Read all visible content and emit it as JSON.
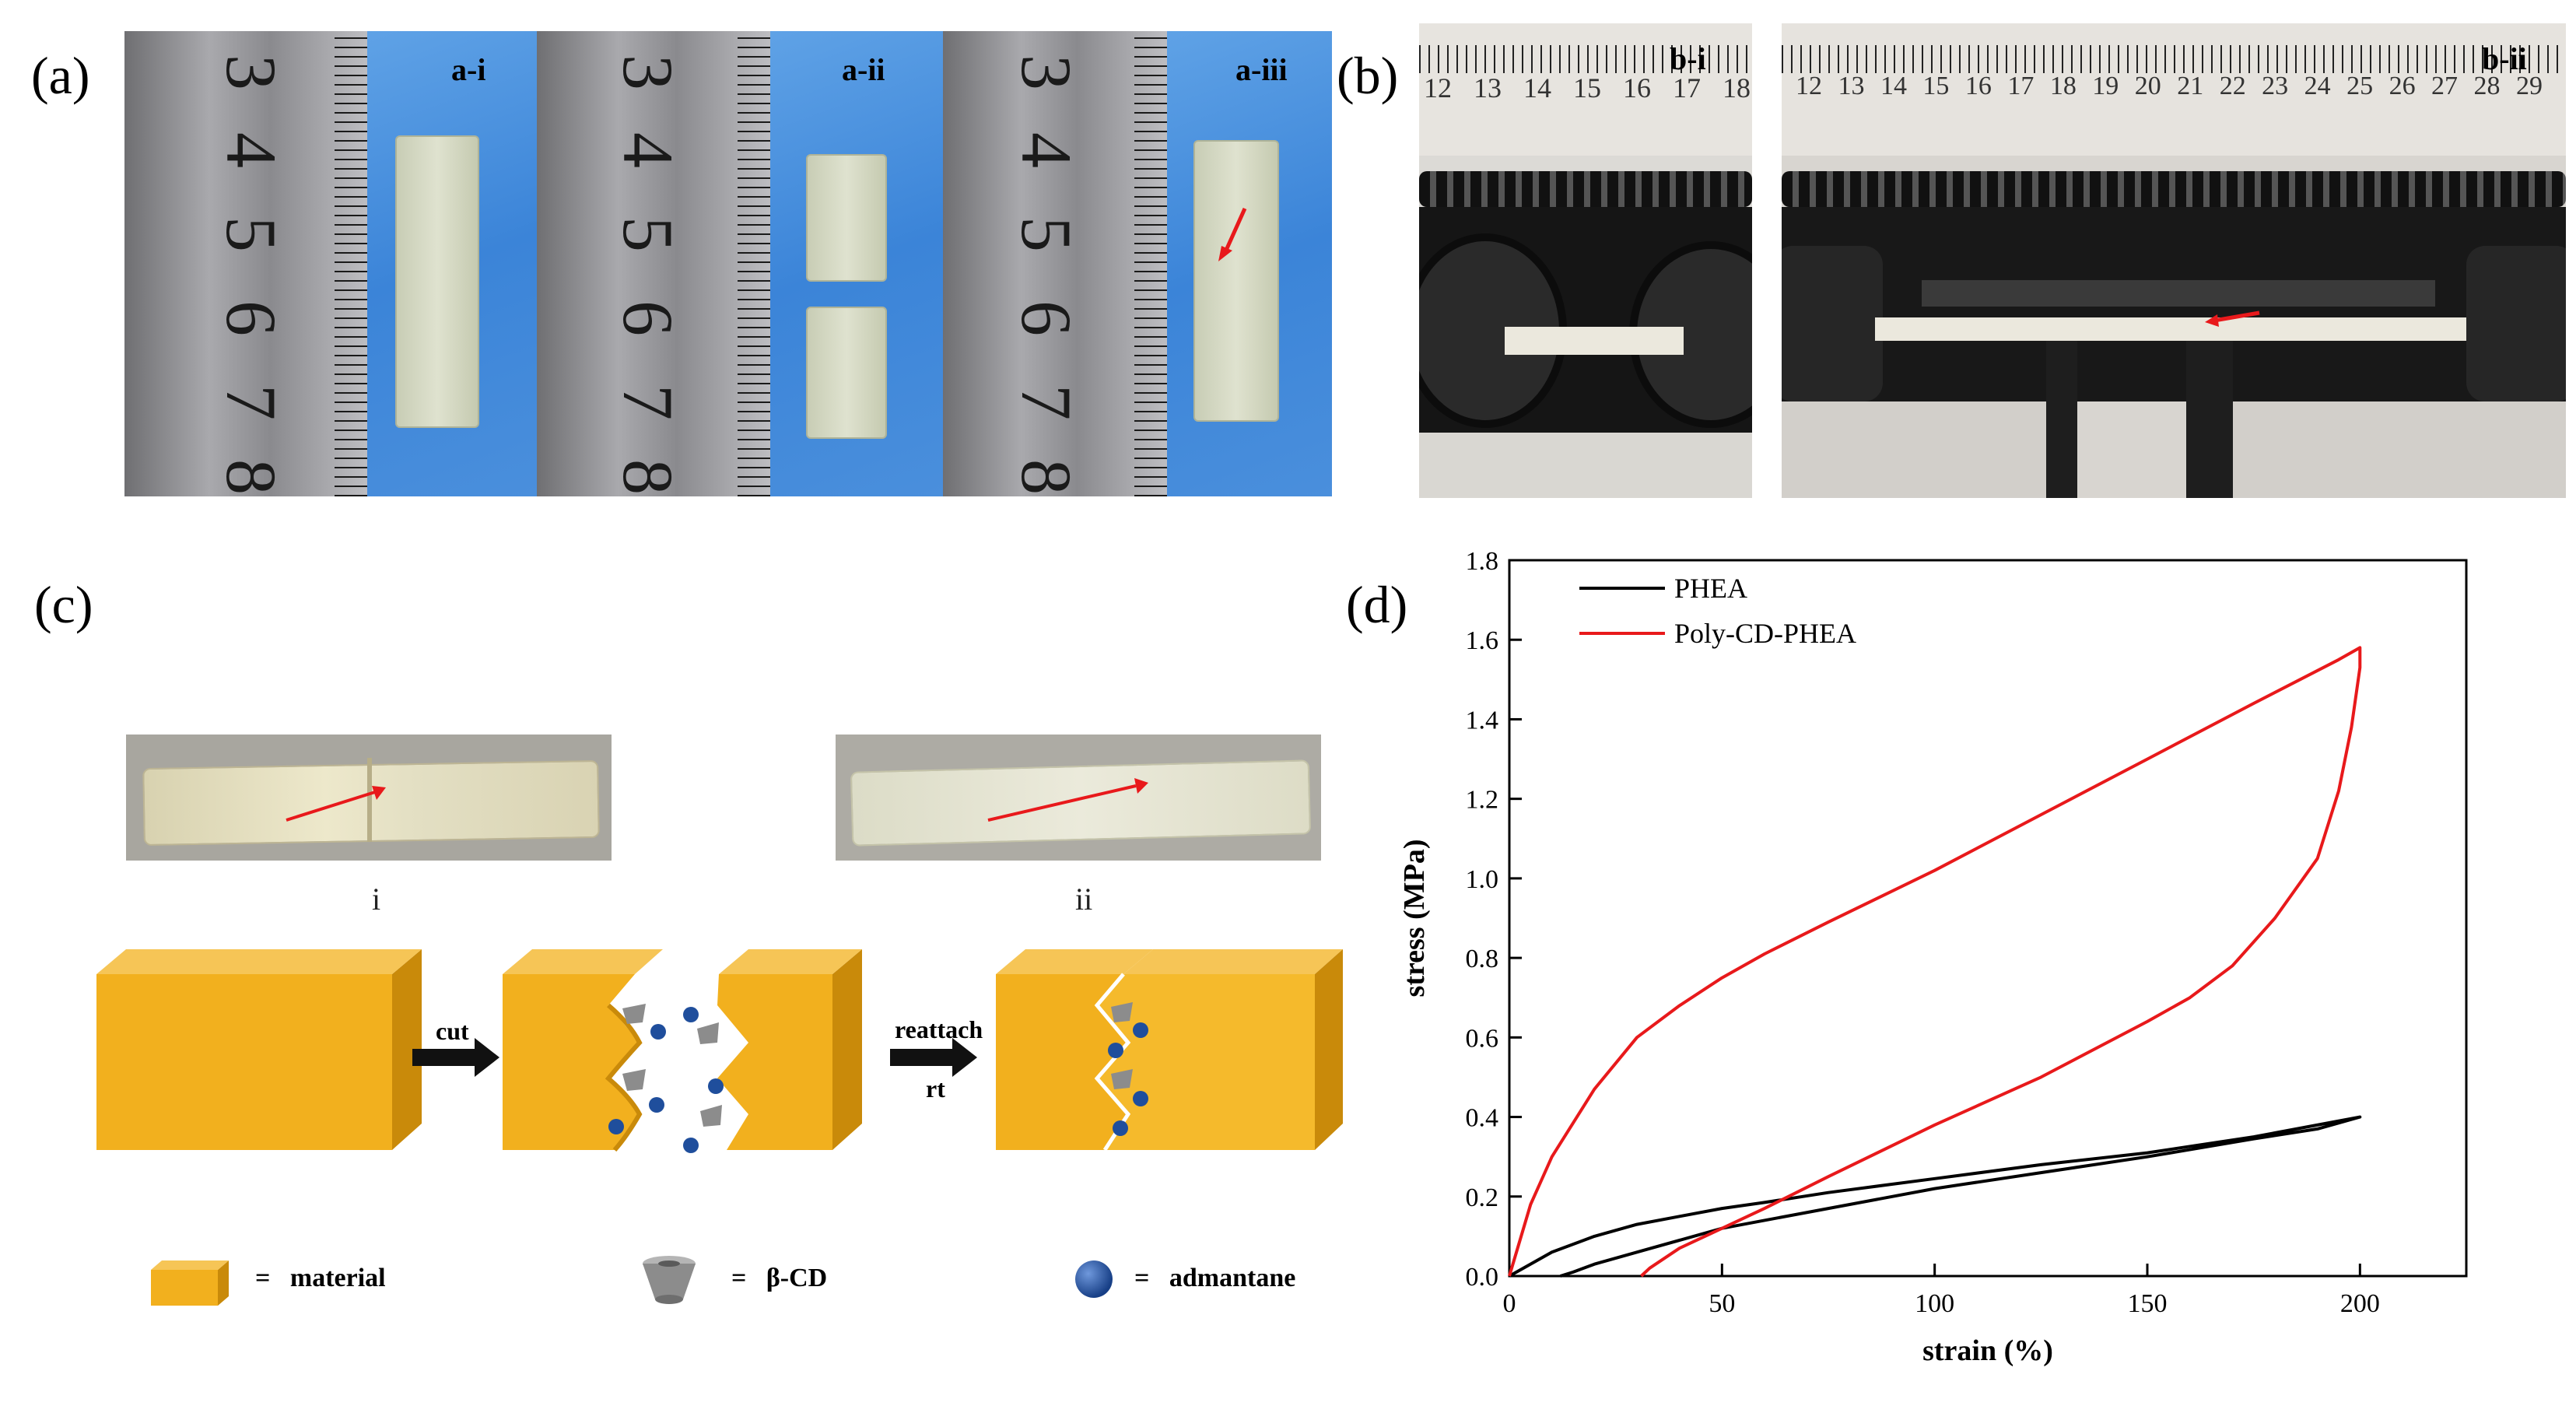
{
  "panels": {
    "a": {
      "label": "(a)",
      "subpanels": [
        {
          "label": "a-i",
          "digits": [
            "3",
            "4",
            "5",
            "6",
            "7",
            "8"
          ]
        },
        {
          "label": "a-ii",
          "digits": [
            "3",
            "4",
            "5",
            "6",
            "7",
            "8"
          ]
        },
        {
          "label": "a-iii",
          "digits": [
            "3",
            "4",
            "5",
            "6",
            "7",
            "8"
          ]
        }
      ]
    },
    "b": {
      "label": "(b)",
      "subpanels": [
        {
          "label": "b-i",
          "ruler_numbers": [
            "12",
            "13",
            "14",
            "15",
            "16",
            "17",
            "18"
          ]
        },
        {
          "label": "b-ii",
          "ruler_numbers": [
            "12",
            "13",
            "14",
            "15",
            "16",
            "17",
            "18",
            "19",
            "20",
            "21",
            "22",
            "23",
            "24",
            "25",
            "26",
            "27",
            "28",
            "29"
          ]
        }
      ]
    },
    "c": {
      "label": "(c)",
      "photo_captions": [
        "i",
        "ii"
      ],
      "arrow_labels": {
        "cut": "cut",
        "reattach": "reattach",
        "rt": "rt"
      },
      "legend": [
        {
          "symbol": "material-block-icon",
          "text": "=   material"
        },
        {
          "symbol": "beta-cd-cone-icon",
          "text": "=   β-CD"
        },
        {
          "symbol": "admantane-sphere-icon",
          "text": "=   admantane"
        }
      ],
      "colors": {
        "material": "#f2b01e",
        "material_dark": "#c98a0a",
        "admantane": "#1f4e9c",
        "cd": "#8c8c8c"
      }
    },
    "d": {
      "label": "(d)"
    }
  },
  "chart_data": {
    "type": "line",
    "xlabel": "strain (%)",
    "ylabel": "stress (MPa)",
    "xlim": [
      0,
      225
    ],
    "ylim": [
      0,
      1.8
    ],
    "xticks": [
      0,
      50,
      100,
      150,
      200
    ],
    "yticks": [
      0.0,
      0.2,
      0.4,
      0.6,
      0.8,
      1.0,
      1.2,
      1.4,
      1.6,
      1.8
    ],
    "grid": false,
    "legend_position": "top-left",
    "series": [
      {
        "name": "PHEA",
        "color": "#000000",
        "x": [
          0,
          10,
          20,
          30,
          40,
          50,
          60,
          75,
          100,
          125,
          150,
          175,
          200,
          190,
          175,
          150,
          125,
          100,
          75,
          50,
          30,
          20,
          15,
          12
        ],
        "y": [
          0,
          0.06,
          0.1,
          0.13,
          0.15,
          0.17,
          0.185,
          0.21,
          0.245,
          0.28,
          0.31,
          0.35,
          0.4,
          0.37,
          0.345,
          0.3,
          0.26,
          0.22,
          0.17,
          0.12,
          0.06,
          0.03,
          0.01,
          0
        ]
      },
      {
        "name": "Poly-CD-PHEA",
        "color": "#e8191b",
        "x": [
          0,
          5,
          10,
          20,
          30,
          40,
          50,
          60,
          75,
          100,
          125,
          150,
          175,
          195,
          200,
          200,
          198,
          195,
          190,
          180,
          170,
          160,
          150,
          125,
          100,
          75,
          60,
          50,
          40,
          33,
          31
        ],
        "y": [
          0,
          0.18,
          0.3,
          0.47,
          0.6,
          0.68,
          0.75,
          0.81,
          0.89,
          1.02,
          1.16,
          1.3,
          1.44,
          1.55,
          1.58,
          1.53,
          1.38,
          1.22,
          1.05,
          0.9,
          0.78,
          0.7,
          0.64,
          0.5,
          0.38,
          0.25,
          0.17,
          0.12,
          0.07,
          0.02,
          0
        ]
      }
    ]
  }
}
